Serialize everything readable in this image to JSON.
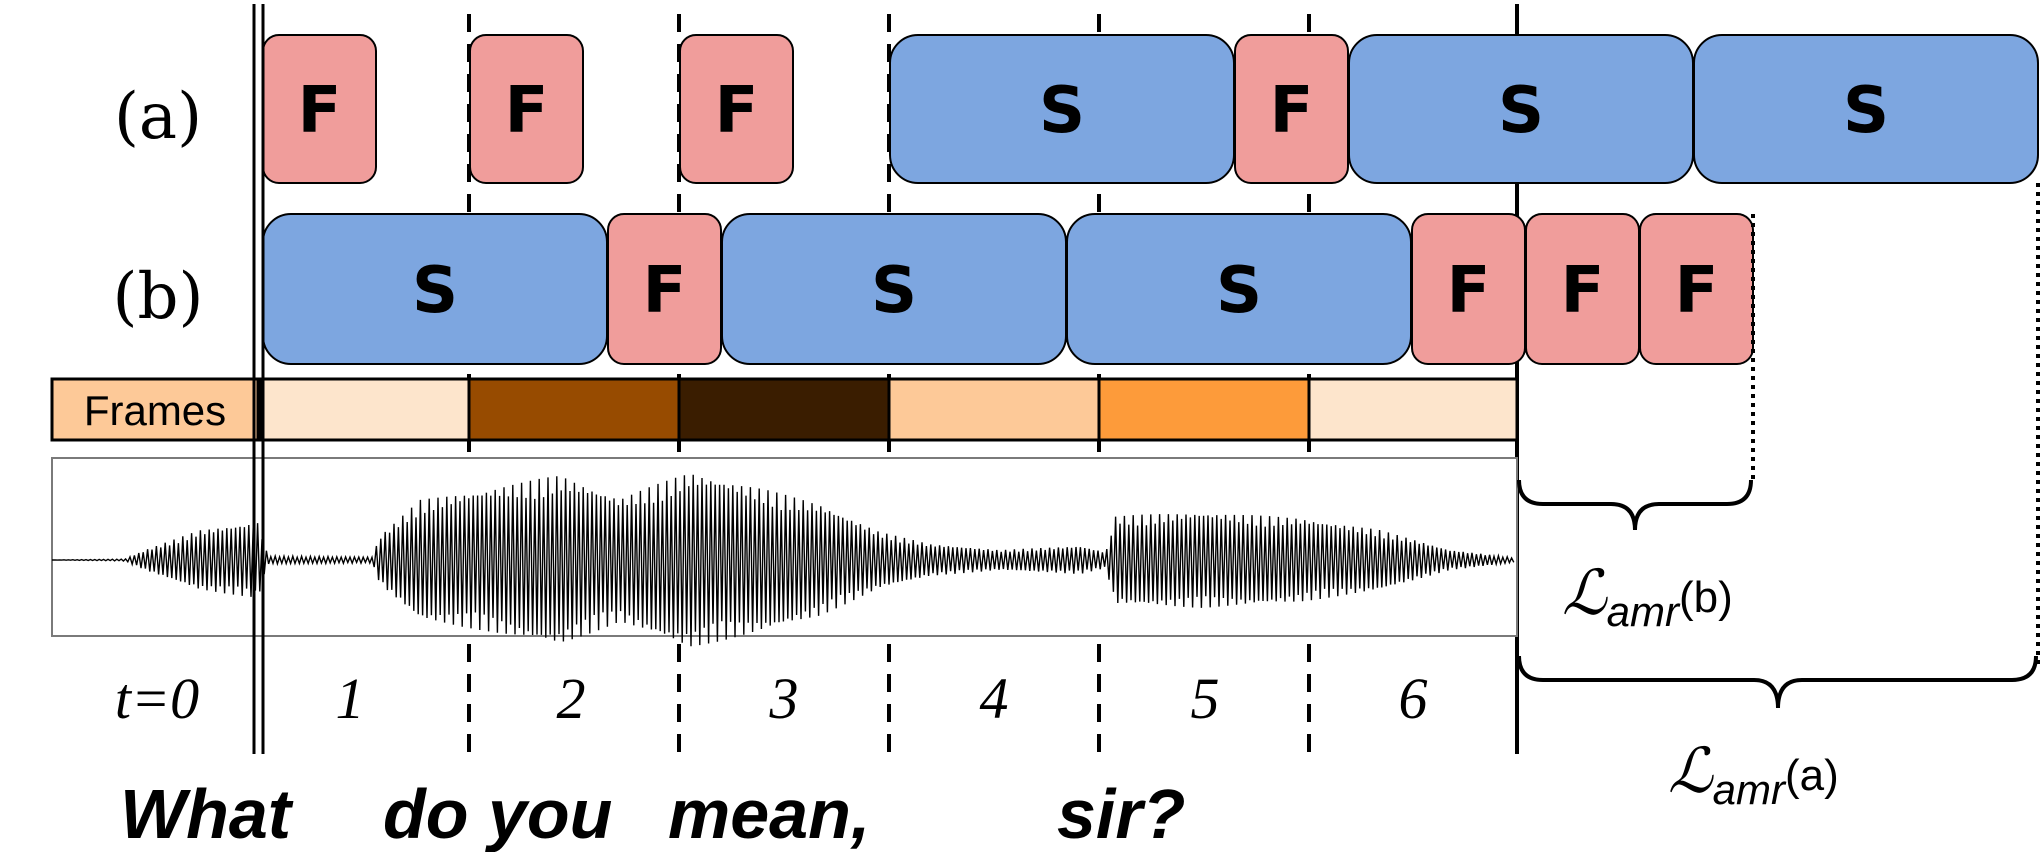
{
  "rows": [
    {
      "label": "(a)",
      "blocks": [
        {
          "type": "F",
          "label": "F"
        },
        {
          "type": "F",
          "label": "F"
        },
        {
          "type": "F",
          "label": "F"
        },
        {
          "type": "S",
          "label": "S"
        },
        {
          "type": "F",
          "label": "F"
        },
        {
          "type": "S",
          "label": "S"
        },
        {
          "type": "S",
          "label": "S"
        }
      ]
    },
    {
      "label": "(b)",
      "blocks": [
        {
          "type": "S",
          "label": "S"
        },
        {
          "type": "F",
          "label": "F"
        },
        {
          "type": "S",
          "label": "S"
        },
        {
          "type": "S",
          "label": "S"
        },
        {
          "type": "F",
          "label": "F"
        },
        {
          "type": "F",
          "label": "F"
        },
        {
          "type": "F",
          "label": "F"
        }
      ]
    }
  ],
  "frames": {
    "label": "Frames",
    "colors": [
      "#fde5cc",
      "#974b00",
      "#3a1d00",
      "#fdc998",
      "#fd9b3a",
      "#fde5cc"
    ]
  },
  "time_labels": [
    "t=0",
    "1",
    "2",
    "3",
    "4",
    "5",
    "6"
  ],
  "words": [
    "What",
    "do you",
    "mean,",
    "sir?"
  ],
  "losses": [
    {
      "symbol": "ℒ",
      "sub": "amr",
      "arg": "(b)"
    },
    {
      "symbol": "ℒ",
      "sub": "amr",
      "arg": "(a)"
    }
  ],
  "colors": {
    "fast": "#f09d9b",
    "slow": "#7da6e0",
    "frames_label_bg": "#fdc998",
    "line": "#000000"
  }
}
